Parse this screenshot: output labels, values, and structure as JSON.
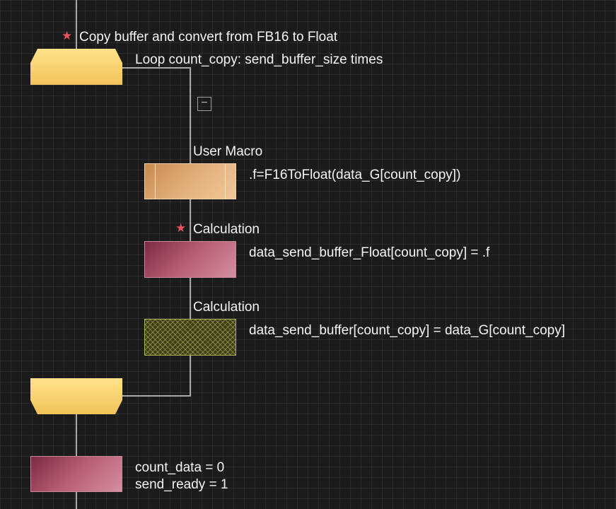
{
  "loop": {
    "label": "Copy buffer and convert from FB16 to Float",
    "description": "Loop count_copy: send_buffer_size times",
    "collapse_glyph": "−",
    "star_icon": "★"
  },
  "steps": [
    {
      "type": "User Macro",
      "text": ".f=F16ToFloat(data_G[count_copy])",
      "starred": false
    },
    {
      "type": "Calculation",
      "text": "data_send_buffer_Float[count_copy] = .f",
      "starred": true,
      "star_icon": "★"
    },
    {
      "type": "Calculation",
      "text": "data_send_buffer[count_copy] = data_G[count_copy]",
      "starred": false
    }
  ],
  "final_calc": {
    "line1": "count_data = 0",
    "line2": "send_ready = 1"
  },
  "colors": {
    "loop": "#f2c35a",
    "macro": "#e4b27e",
    "calculation": "#b95e76",
    "disabled_calc": "#3e3f18",
    "connector": "#a9a9a9",
    "star": "#e8545e"
  }
}
